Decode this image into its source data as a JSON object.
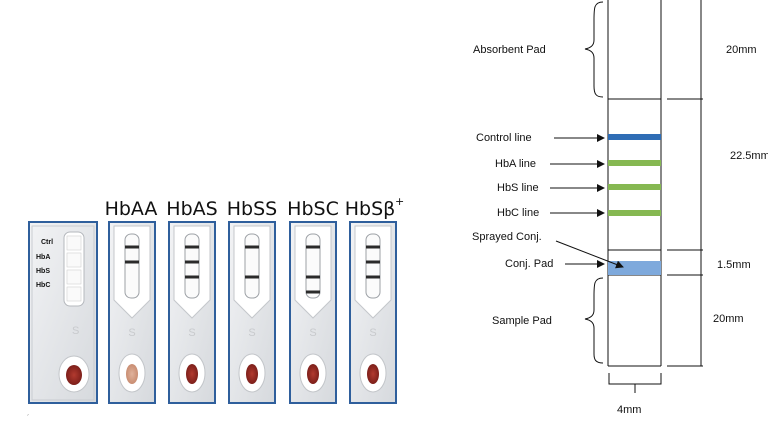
{
  "cassettes": {
    "headers": [
      "HbAA",
      "HbAS",
      "HbSS",
      "HbSC",
      "HbSβ"
    ],
    "last_header_superscript": "+",
    "window_marker": "S",
    "reference_labels": [
      "Ctrl",
      "HbA",
      "HbS",
      "HbC"
    ],
    "results": [
      {
        "name": "HbAA",
        "lines": [
          1,
          1,
          0,
          0
        ]
      },
      {
        "name": "HbAS",
        "lines": [
          1,
          1,
          1,
          0
        ]
      },
      {
        "name": "HbSS",
        "lines": [
          1,
          0,
          1,
          0
        ]
      },
      {
        "name": "HbSC",
        "lines": [
          1,
          0,
          1,
          1
        ]
      },
      {
        "name": "HbSβ+",
        "lines": [
          1,
          1,
          1,
          0
        ]
      }
    ]
  },
  "strip": {
    "section_labels": {
      "absorbent_pad": "Absorbent Pad",
      "control_line": "Control line",
      "hba_line": "HbA line",
      "hbs_line": "HbS line",
      "hbc_line": "HbC line",
      "sprayed_conj": "Sprayed Conj.",
      "conj_pad": "Conj. Pad",
      "sample_pad": "Sample Pad"
    },
    "dimensions": {
      "absorbent_pad": "20mm",
      "test_zone": "22.5mm",
      "conj_pad": "1.5mm",
      "sample_pad": "20mm",
      "width": "4mm"
    }
  },
  "colors": {
    "control_line": "#2f6db5",
    "test_lines": "#86b852",
    "conj_pad_fill": "#7ea9dc",
    "cassette_border": "#2f5f9c",
    "blood": "#a8322c"
  }
}
